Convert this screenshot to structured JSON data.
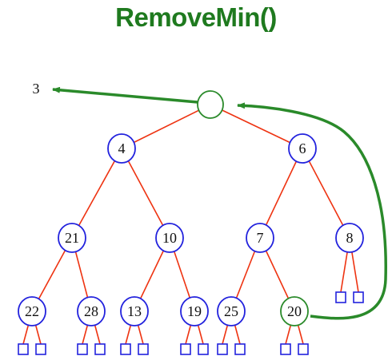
{
  "title": "RemoveMin()",
  "removed_value": "3",
  "colors": {
    "title": "#1f7a1f",
    "node": "#2222dd",
    "highlight": "#2a8a2a",
    "edge": "#ee3311",
    "arrow": "#2a8a2a",
    "leaf": "#2222dd"
  },
  "tree": {
    "nodes": [
      {
        "id": "root",
        "label": "",
        "highlight": true
      },
      {
        "id": "n4",
        "label": "4"
      },
      {
        "id": "n6",
        "label": "6"
      },
      {
        "id": "n21",
        "label": "21"
      },
      {
        "id": "n10",
        "label": "10"
      },
      {
        "id": "n7",
        "label": "7"
      },
      {
        "id": "n8",
        "label": "8"
      },
      {
        "id": "n22",
        "label": "22"
      },
      {
        "id": "n28",
        "label": "28"
      },
      {
        "id": "n13",
        "label": "13"
      },
      {
        "id": "n19",
        "label": "19"
      },
      {
        "id": "n25",
        "label": "25"
      },
      {
        "id": "n20",
        "label": "20",
        "highlight": true
      }
    ],
    "edges": [
      [
        "root",
        "n4"
      ],
      [
        "root",
        "n6"
      ],
      [
        "n4",
        "n21"
      ],
      [
        "n4",
        "n10"
      ],
      [
        "n6",
        "n7"
      ],
      [
        "n6",
        "n8"
      ],
      [
        "n21",
        "n22"
      ],
      [
        "n21",
        "n28"
      ],
      [
        "n10",
        "n13"
      ],
      [
        "n10",
        "n19"
      ],
      [
        "n7",
        "n25"
      ],
      [
        "n7",
        "n20"
      ]
    ],
    "empty_leaf_parents": [
      "n8",
      "n22",
      "n28",
      "n13",
      "n19",
      "n25",
      "n20"
    ]
  }
}
